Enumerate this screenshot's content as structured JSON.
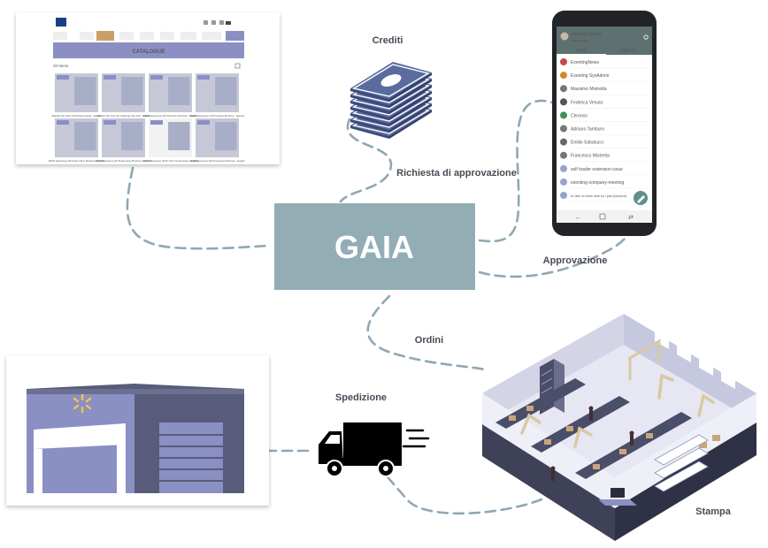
{
  "center": {
    "title": "GAIA"
  },
  "edge_labels": {
    "crediti": "Crediti",
    "richiesta": "Richiesta di approvazione",
    "approvazione": "Approvazione",
    "ordini": "Ordini",
    "spedizione": "Spedizione",
    "stampa": "Stampa"
  },
  "catalog": {
    "banner": "CATALOGUE",
    "count": "20 Items",
    "items": [
      "Walmart HD Vision RX Enhance Single - English",
      "Walmart HD Vision Rx Challenge Tear Pad - English",
      "ZEISS Experience HD Promotion Brochure - English",
      "ZEISS Experience HD Promotion Brochure - Spanish",
      "ZEISS Experience HD Single Vision Brochure - English",
      "ZEISS Experience HD Single Vision Brochure - Spanish",
      "ZEISS Experience HD Rx FSV Consult Sheet - English",
      "ZEISS Experience HD Progressive Brochure - English"
    ]
  },
  "phone": {
    "user_name": "Andrea Gonia",
    "user_status": "Messenger",
    "tabs": [
      "CHAT",
      "CALLS"
    ],
    "contacts": [
      "ExentingNews",
      "Exenting SysAdmin",
      "Massimo Mistretta",
      "Federica Venuto",
      "Chronos",
      "Adriano Tamburo",
      "Emilio Sabatucci",
      "Francesco Mistretta",
      "self loader extension issue",
      "exenting-company-meeting",
      "#I click on three dots so I pad (shortcut)"
    ]
  },
  "colors": {
    "center_box": "#93adb5",
    "connector": "#8fa7b3",
    "periwinkle": "#8a8fc4",
    "dark_slate": "#585c7a"
  }
}
